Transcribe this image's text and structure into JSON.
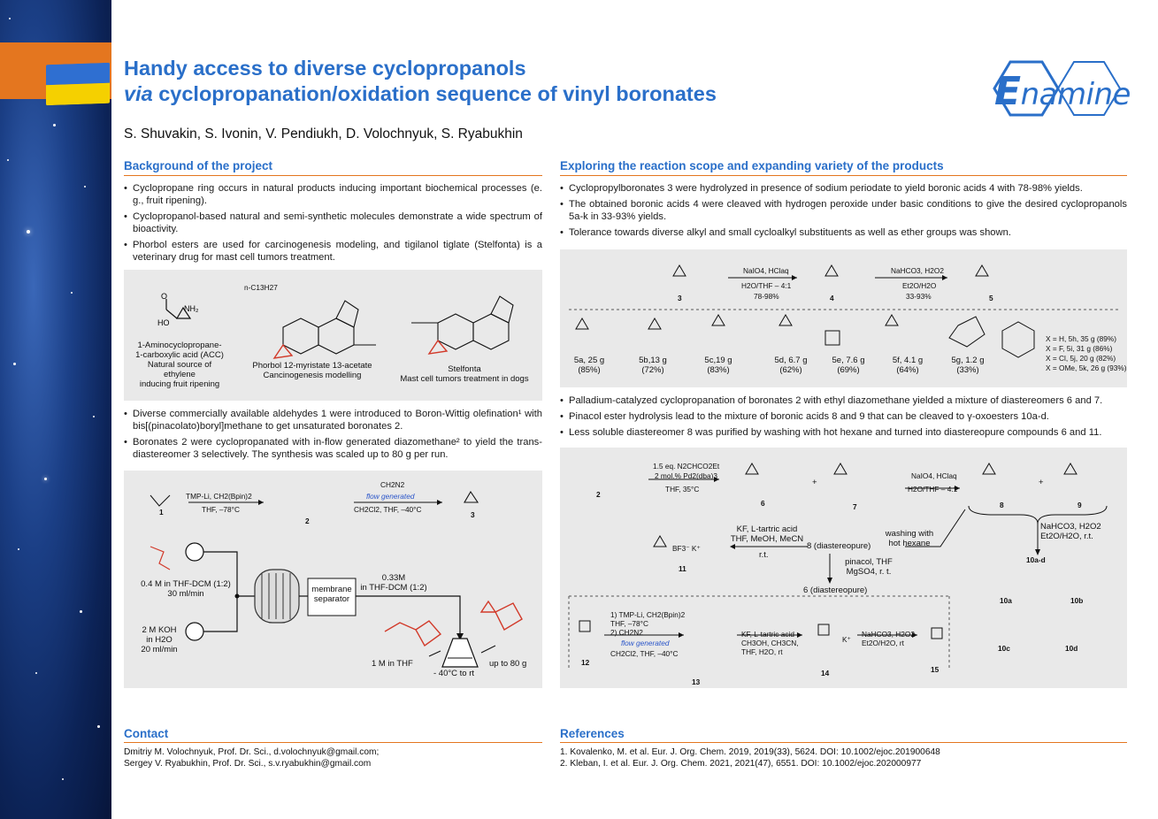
{
  "header": {
    "title_line1": "Handy access to diverse cyclopropanols",
    "title_line2_italic": "via",
    "title_line2_rest": " cyclopropanation/oxidation sequence of vinyl boronates",
    "authors": "S. Shuvakin, S. Ivonin, V. Pendiukh, D. Volochnyuk, S. Ryabukhin",
    "logo_text": "namine",
    "logo_initial": "E"
  },
  "colors": {
    "accent": "#2a6fc9",
    "rule": "#e4761f",
    "highlight": "#d23a2a"
  },
  "background": {
    "title": "Background of the project",
    "bullets": [
      "Cyclopropane ring occurs in natural products inducing important biochemical processes (e. g., fruit ripening).",
      "Cyclopropanol-based natural and semi-synthetic molecules demonstrate a wide spectrum of bioactivity.",
      "Phorbol esters are used for carcinogenesis modeling, and tigilanol tiglate (Stelfonta) is a veterinary drug for mast cell tumors treatment."
    ],
    "structures": {
      "acc_lines": [
        "1-Aminocyclopropane-",
        "1-carboxylic acid (ACC)",
        "Natural source of",
        "ethylene",
        "inducing fruit ripening"
      ],
      "phorbol_lines": [
        "Phorbol 12-myristate 13-acetate",
        "Cancinogenesis modelling"
      ],
      "phorbol_chain": "n-C13H27",
      "stelfonta_lines": [
        "Stelfonta",
        "Mast cell tumors treatment in dogs"
      ]
    },
    "bullets2": [
      "Diverse commercially available aldehydes 1 were introduced to Boron-Wittig olefination¹ with bis[(pinacolato)boryl]methane to get unsaturated boronates 2.",
      "Boronates 2 were cyclopropanated with in-flow generated diazomethane² to yield the trans-diastereomer 3 selectively. The synthesis was scaled up to 80 g per run."
    ],
    "flow": {
      "reagent1": "TMP-Li, CH2(Bpin)2",
      "cond1": "THF, –78°C",
      "reagent2": "CH2N2",
      "flow_label": "flow generated",
      "cond2": "CH2Cl2, THF, –40°C",
      "pump1_lines": [
        "0.4 M in THF-DCM (1:2)",
        "30 ml/min"
      ],
      "pump2_lines": [
        "2 M KOH",
        "in H2O",
        "20 ml/min"
      ],
      "diazo_lines": [
        "0.33M",
        "in THF-DCM (1:2)"
      ],
      "separator_lines": [
        "membrane",
        "separator"
      ],
      "flask_label": "1 M in THF",
      "temp_label": "- 40°C to rt",
      "scale_label": "up to 80 g",
      "labels": [
        "1",
        "2",
        "3"
      ]
    }
  },
  "scope": {
    "title": "Exploring the reaction scope and expanding variety of the products",
    "bullets": [
      "Cyclopropylboronates 3 were hydrolyzed in presence of sodium periodate to yield boronic acids 4 with 78-98% yields.",
      "The obtained boronic acids 4 were cleaved with hydrogen peroxide under basic conditions to give the desired cyclopropanols 5a-k in 33-93% yields.",
      "Tolerance towards diverse alkyl and small cycloalkyl substituents as well as ether groups was shown."
    ],
    "scheme1": {
      "step1_top": "NaIO4, HClaq",
      "step1_bot": "H2O/THF – 4:1",
      "step1_yield": "78-98%",
      "step2_top": "NaHCO3, H2O2",
      "step2_bot": "Et2O/H2O",
      "step2_yield": "33-93%",
      "labels": [
        "3",
        "4",
        "5"
      ]
    },
    "products": [
      {
        "label": "5a, 25 g",
        "yield": "(85%)"
      },
      {
        "label": "5b,13 g",
        "yield": "(72%)"
      },
      {
        "label": "5c,19 g",
        "yield": "(83%)"
      },
      {
        "label": "5d, 6.7 g",
        "yield": "(62%)"
      },
      {
        "label": "5e, 7.6 g",
        "yield": "(69%)"
      },
      {
        "label": "5f, 4.1 g",
        "yield": "(64%)"
      },
      {
        "label": "5g, 1.2 g",
        "yield": "(33%)"
      }
    ],
    "aryl_variants": [
      "X = H, 5h, 35 g (89%)",
      "X = F, 5i, 31 g (86%)",
      "X = Cl, 5j, 20 g (82%)",
      "X = OMe, 5k, 26 g (93%)"
    ],
    "bullets2": [
      "Palladium-catalyzed cyclopropanation of boronates 2 with ethyl diazomethane yielded a mixture of diastereomers 6 and 7.",
      "Pinacol ester hydrolysis lead to the mixture of boronic acids 8 and 9 that can be cleaved to γ-oxoesters 10a-d.",
      "Less soluble diastereomer 8 was purified by washing with hot hexane and turned into diastereopure compounds 6 and 11."
    ],
    "scheme2": {
      "r1_top": "1.5 eq. N2CHCO2Et",
      "r1_mid": "2 mol.% Pd2(dba)3",
      "r1_bot": "THF, 35°C",
      "r2_top": "NaIO4, HClaq",
      "r2_bot": "H2O/THF – 4:1",
      "washing": [
        "washing with",
        "hot hexane"
      ],
      "diastereopure": "8 (diastereopure)",
      "tartaric": [
        "KF, L-tartric acid",
        "THF, MeOH, MeCN"
      ],
      "rt": "r.t.",
      "pinacol": [
        "pinacol, THF",
        "MgSO4, r. t."
      ],
      "six_pure": "6 (diastereopure)",
      "oxid": [
        "NaHCO3, H2O2",
        "Et2O/H2O, r.t."
      ],
      "oxo_label": "10a-d",
      "oxoesters": [
        "10a",
        "10b",
        "10c",
        "10d"
      ],
      "labels": [
        "2",
        "6",
        "7",
        "8",
        "9",
        "11",
        "12",
        "13",
        "14",
        "15"
      ],
      "plus": "+",
      "bf3k": "BF3⁻ K⁺",
      "kplus": "K⁺",
      "sp_r1": [
        "1) TMP-Li, CH2(Bpin)2",
        "THF, –78°C",
        "2) CH2N2"
      ],
      "sp_flow": "flow generated",
      "sp_r1b": "CH2Cl2, THF, –40°C",
      "sp_r2": [
        "KF, L-tartric acid",
        "CH3OH, CH3CN,",
        "THF, H2O, rt"
      ],
      "sp_r3": [
        "NaHCO3, H2O2",
        "Et2O/H2O, rt"
      ]
    }
  },
  "contact": {
    "title": "Contact",
    "lines": [
      "Dmitriy M. Volochnyuk, Prof. Dr. Sci., d.volochnyuk@gmail.com;",
      "Sergey V. Ryabukhin, Prof. Dr. Sci., s.v.ryabukhin@gmail.com"
    ]
  },
  "references": {
    "title": "References",
    "lines": [
      "1. Kovalenko, M. et al. Eur. J. Org. Chem. 2019, 2019(33), 5624. DOI: 10.1002/ejoc.201900648",
      "2. Kleban, I. et al. Eur. J. Org. Chem. 2021, 2021(47), 6551. DOI: 10.1002/ejoc.202000977"
    ]
  }
}
